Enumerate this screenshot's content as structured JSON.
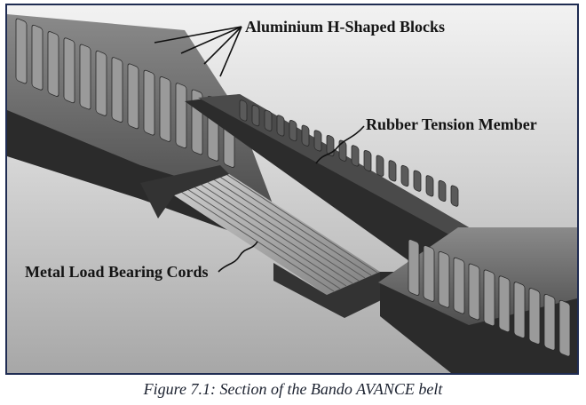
{
  "figure": {
    "labels": {
      "blocks": "Aluminium H-Shaped Blocks",
      "tension": "Rubber Tension Member",
      "cords": "Metal Load Bearing Cords"
    },
    "caption": "Figure 7.1: Section of the Bando AVANCE belt"
  }
}
